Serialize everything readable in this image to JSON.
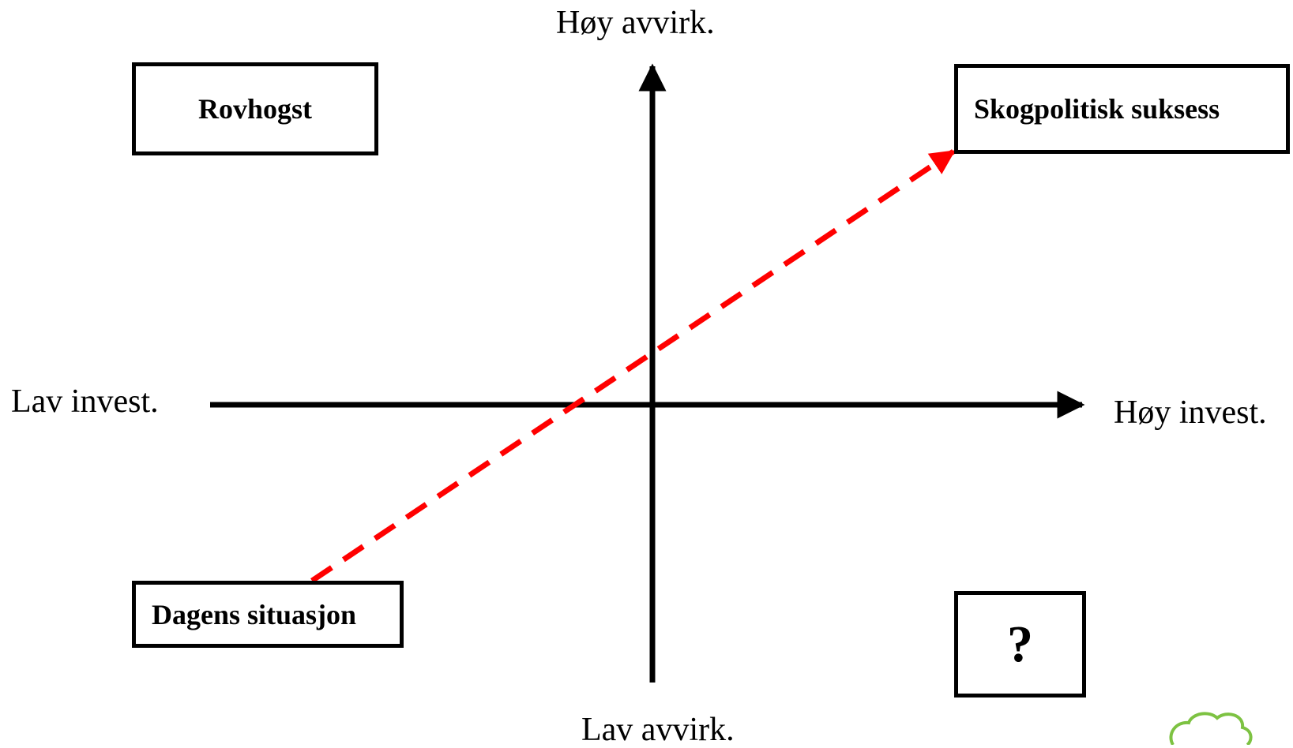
{
  "axes": {
    "top": "Høy avvirk.",
    "bottom": "Lav avvirk.",
    "left": "Lav invest.",
    "right": "Høy invest."
  },
  "quadrants": {
    "top_left": "Rovhogst",
    "top_right": "Skogpolitisk suksess",
    "bottom_left": "Dagens situasjon",
    "bottom_right": "?"
  },
  "colors": {
    "axis": "#000000",
    "trajectory": "#ff0000",
    "logo": "#7dc242"
  },
  "icons": {
    "logo": "tree-logo-icon"
  }
}
